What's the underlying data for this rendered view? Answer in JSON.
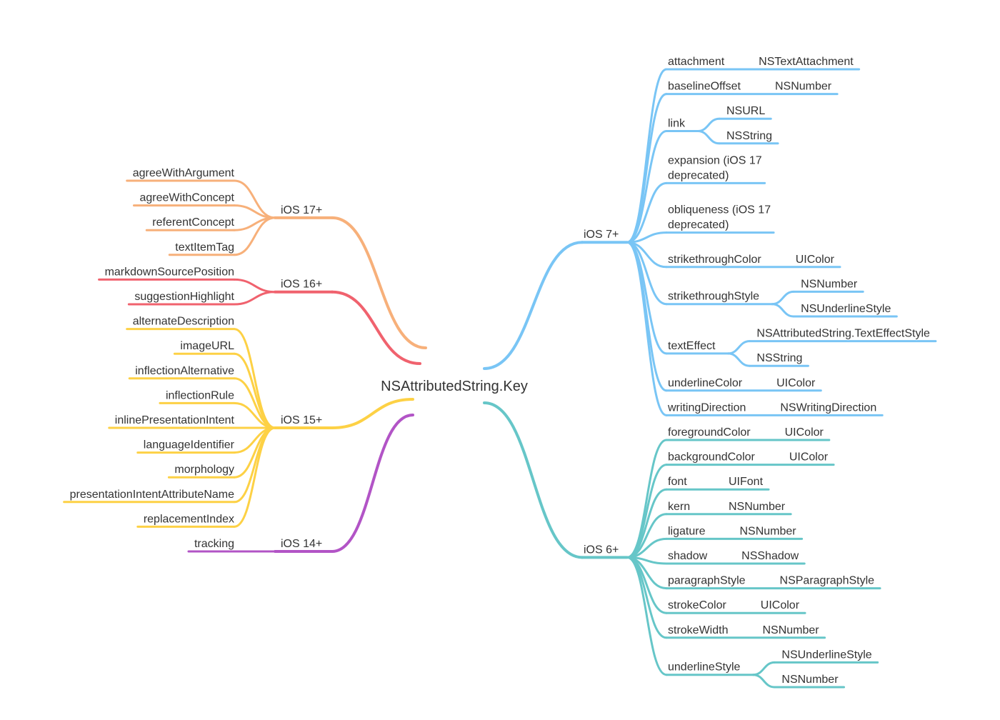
{
  "root": {
    "label": "NSAttributedString.Key"
  },
  "colors": {
    "ios17": "#F7B07A",
    "ios16": "#F0626E",
    "ios15": "#FDD145",
    "ios14": "#B254C6",
    "ios7": "#79C5F5",
    "ios6": "#66C6C8"
  },
  "left_branches": [
    {
      "label": "iOS 17+",
      "color_key": "ios17",
      "children": [
        {
          "label": "agreeWithArgument"
        },
        {
          "label": "agreeWithConcept"
        },
        {
          "label": "referentConcept"
        },
        {
          "label": "textItemTag"
        }
      ]
    },
    {
      "label": "iOS 16+",
      "color_key": "ios16",
      "children": [
        {
          "label": "markdownSourcePosition"
        },
        {
          "label": "suggestionHighlight"
        }
      ]
    },
    {
      "label": "iOS 15+",
      "color_key": "ios15",
      "children": [
        {
          "label": "alternateDescription"
        },
        {
          "label": "imageURL"
        },
        {
          "label": "inflectionAlternative"
        },
        {
          "label": "inflectionRule"
        },
        {
          "label": "inlinePresentationIntent"
        },
        {
          "label": "languageIdentifier"
        },
        {
          "label": "morphology"
        },
        {
          "label": "presentationIntentAttributeName"
        },
        {
          "label": "replacementIndex"
        }
      ]
    },
    {
      "label": "iOS 14+",
      "color_key": "ios14",
      "children": [
        {
          "label": "tracking"
        }
      ]
    }
  ],
  "right_branches": [
    {
      "label": "iOS 7+",
      "color_key": "ios7",
      "children": [
        {
          "label": "attachment",
          "types": [
            "NSTextAttachment"
          ]
        },
        {
          "label": "baselineOffset",
          "types": [
            "NSNumber"
          ]
        },
        {
          "label": "link",
          "types": [
            "NSURL",
            "NSString"
          ]
        },
        {
          "label": "expansion (iOS 17 deprecated)",
          "types": []
        },
        {
          "label": "obliqueness (iOS 17 deprecated)",
          "types": []
        },
        {
          "label": "strikethroughColor",
          "types": [
            "UIColor"
          ]
        },
        {
          "label": "strikethroughStyle",
          "types": [
            "NSNumber",
            "NSUnderlineStyle"
          ]
        },
        {
          "label": "textEffect",
          "types": [
            "NSAttributedString.TextEffectStyle",
            "NSString"
          ]
        },
        {
          "label": "underlineColor",
          "types": [
            "UIColor"
          ]
        },
        {
          "label": "writingDirection",
          "types": [
            "NSWritingDirection"
          ]
        }
      ]
    },
    {
      "label": "iOS 6+",
      "color_key": "ios6",
      "children": [
        {
          "label": "foregroundColor",
          "types": [
            "UIColor"
          ]
        },
        {
          "label": "backgroundColor",
          "types": [
            "UIColor"
          ]
        },
        {
          "label": "font",
          "types": [
            "UIFont"
          ]
        },
        {
          "label": "kern",
          "types": [
            "NSNumber"
          ]
        },
        {
          "label": "ligature",
          "types": [
            "NSNumber"
          ]
        },
        {
          "label": "shadow",
          "types": [
            "NSShadow"
          ]
        },
        {
          "label": "paragraphStyle",
          "types": [
            "NSParagraphStyle"
          ]
        },
        {
          "label": "strokeColor",
          "types": [
            "UIColor"
          ]
        },
        {
          "label": "strokeWidth",
          "types": [
            "NSNumber"
          ]
        },
        {
          "label": "underlineStyle",
          "types": [
            "NSUnderlineStyle",
            "NSNumber"
          ]
        }
      ]
    }
  ]
}
